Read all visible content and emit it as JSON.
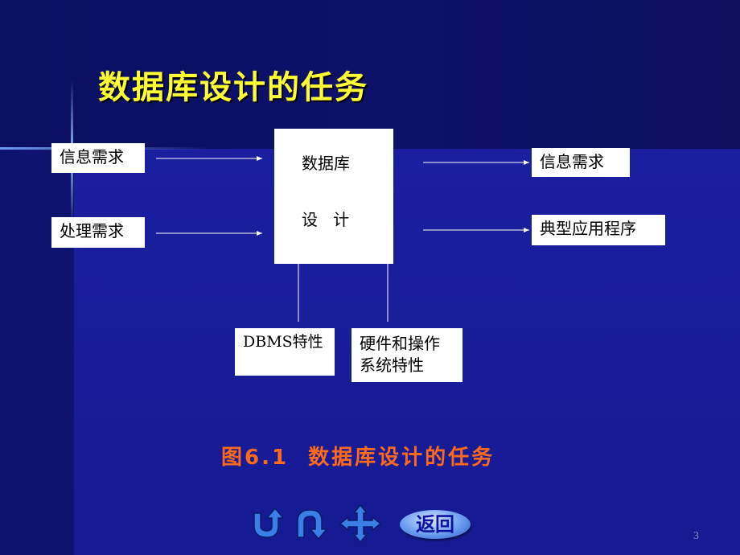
{
  "slide": {
    "title": "数据库设计的任务",
    "caption": "图6.1  数据库设计的任务",
    "page_number": "3"
  },
  "diagram": {
    "center": {
      "line1": "数据库",
      "line2": "设   计"
    },
    "inputs": [
      "信息需求",
      "处理需求"
    ],
    "outputs": [
      "信息需求",
      "典型应用程序"
    ],
    "constraints": {
      "dbms": "DBMS特性",
      "hw_line1": "硬件和操作",
      "hw_line2": "系统特性"
    }
  },
  "nav": {
    "return_label": "返回",
    "icons": [
      "back-arrow-icon",
      "forward-arrow-icon",
      "move-cross-icon"
    ]
  },
  "colors": {
    "title": "#ffff33",
    "caption": "#ff6a1a",
    "background": "#161a92",
    "nav_icon": "#3a7fe8"
  }
}
